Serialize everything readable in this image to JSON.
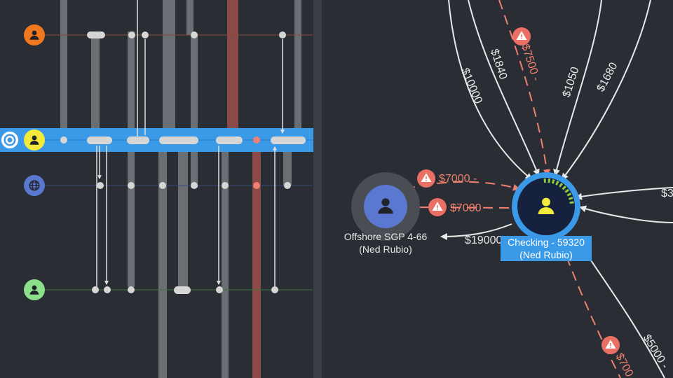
{
  "colors": {
    "background": "#2a2d33",
    "panel_divider": "#3a3e45",
    "selected_band": "#3a9ae8",
    "timeline_bar": "#6b6e73",
    "timeline_bar_alert": "#b5544a",
    "node_dot": "#d6d6d6",
    "edge": "#e8e8e8",
    "alert": "#f08070",
    "alert_badge": "#ea6f64",
    "accent_yellow": "#f4ea3a",
    "accent_blue": "#3a9ae8",
    "account_node": "#5a78d0",
    "checking_node": "#16213e"
  },
  "timeline": {
    "lanes": [
      {
        "id": "lane-1",
        "avatar_icon": "person-icon",
        "avatar_color": "#f0781e",
        "line_color": "#8a4a3a"
      },
      {
        "id": "lane-2",
        "avatar_icon": "person-icon",
        "avatar_color": "#f4ea3a",
        "line_color": "#2a78c8",
        "selected": true,
        "selector_icon": "target-icon"
      },
      {
        "id": "lane-3",
        "avatar_icon": "globe-icon",
        "avatar_color": "#5a78d0",
        "line_color": "#3a4a78"
      },
      {
        "id": "lane-4",
        "avatar_icon": "person-icon",
        "avatar_color": "#8ce08c",
        "line_color": "#3a7a3a"
      }
    ]
  },
  "graph": {
    "nodes": {
      "offshore": {
        "label_line1": "Offshore SGP 4-66",
        "label_line2": "(Ned Rubio)",
        "icon": "person-icon"
      },
      "checking": {
        "label_line1": "Checking - 59320",
        "label_line2": "(Ned Rubio)",
        "icon": "person-icon",
        "gauge_fraction": 0.28
      }
    },
    "edges": [
      {
        "id": "edge-10000",
        "label": "$10000",
        "alert": false
      },
      {
        "id": "edge-1840",
        "label": "$1840",
        "alert": false
      },
      {
        "id": "edge-7500",
        "label": "$7500 -",
        "alert": true
      },
      {
        "id": "edge-1050",
        "label": "$1050",
        "alert": false
      },
      {
        "id": "edge-1680",
        "label": "$1680",
        "alert": false
      },
      {
        "id": "edge-7000-a",
        "label": "$7000 -",
        "alert": true
      },
      {
        "id": "edge-7000-b",
        "label": "$7000",
        "alert": true
      },
      {
        "id": "edge-19000",
        "label": "$19000",
        "alert": false
      },
      {
        "id": "edge-right",
        "label": "$3",
        "alert": false
      },
      {
        "id": "edge-5000",
        "label": "$5000 -",
        "alert": false
      },
      {
        "id": "edge-700",
        "label": "$700",
        "alert": true
      }
    ]
  }
}
